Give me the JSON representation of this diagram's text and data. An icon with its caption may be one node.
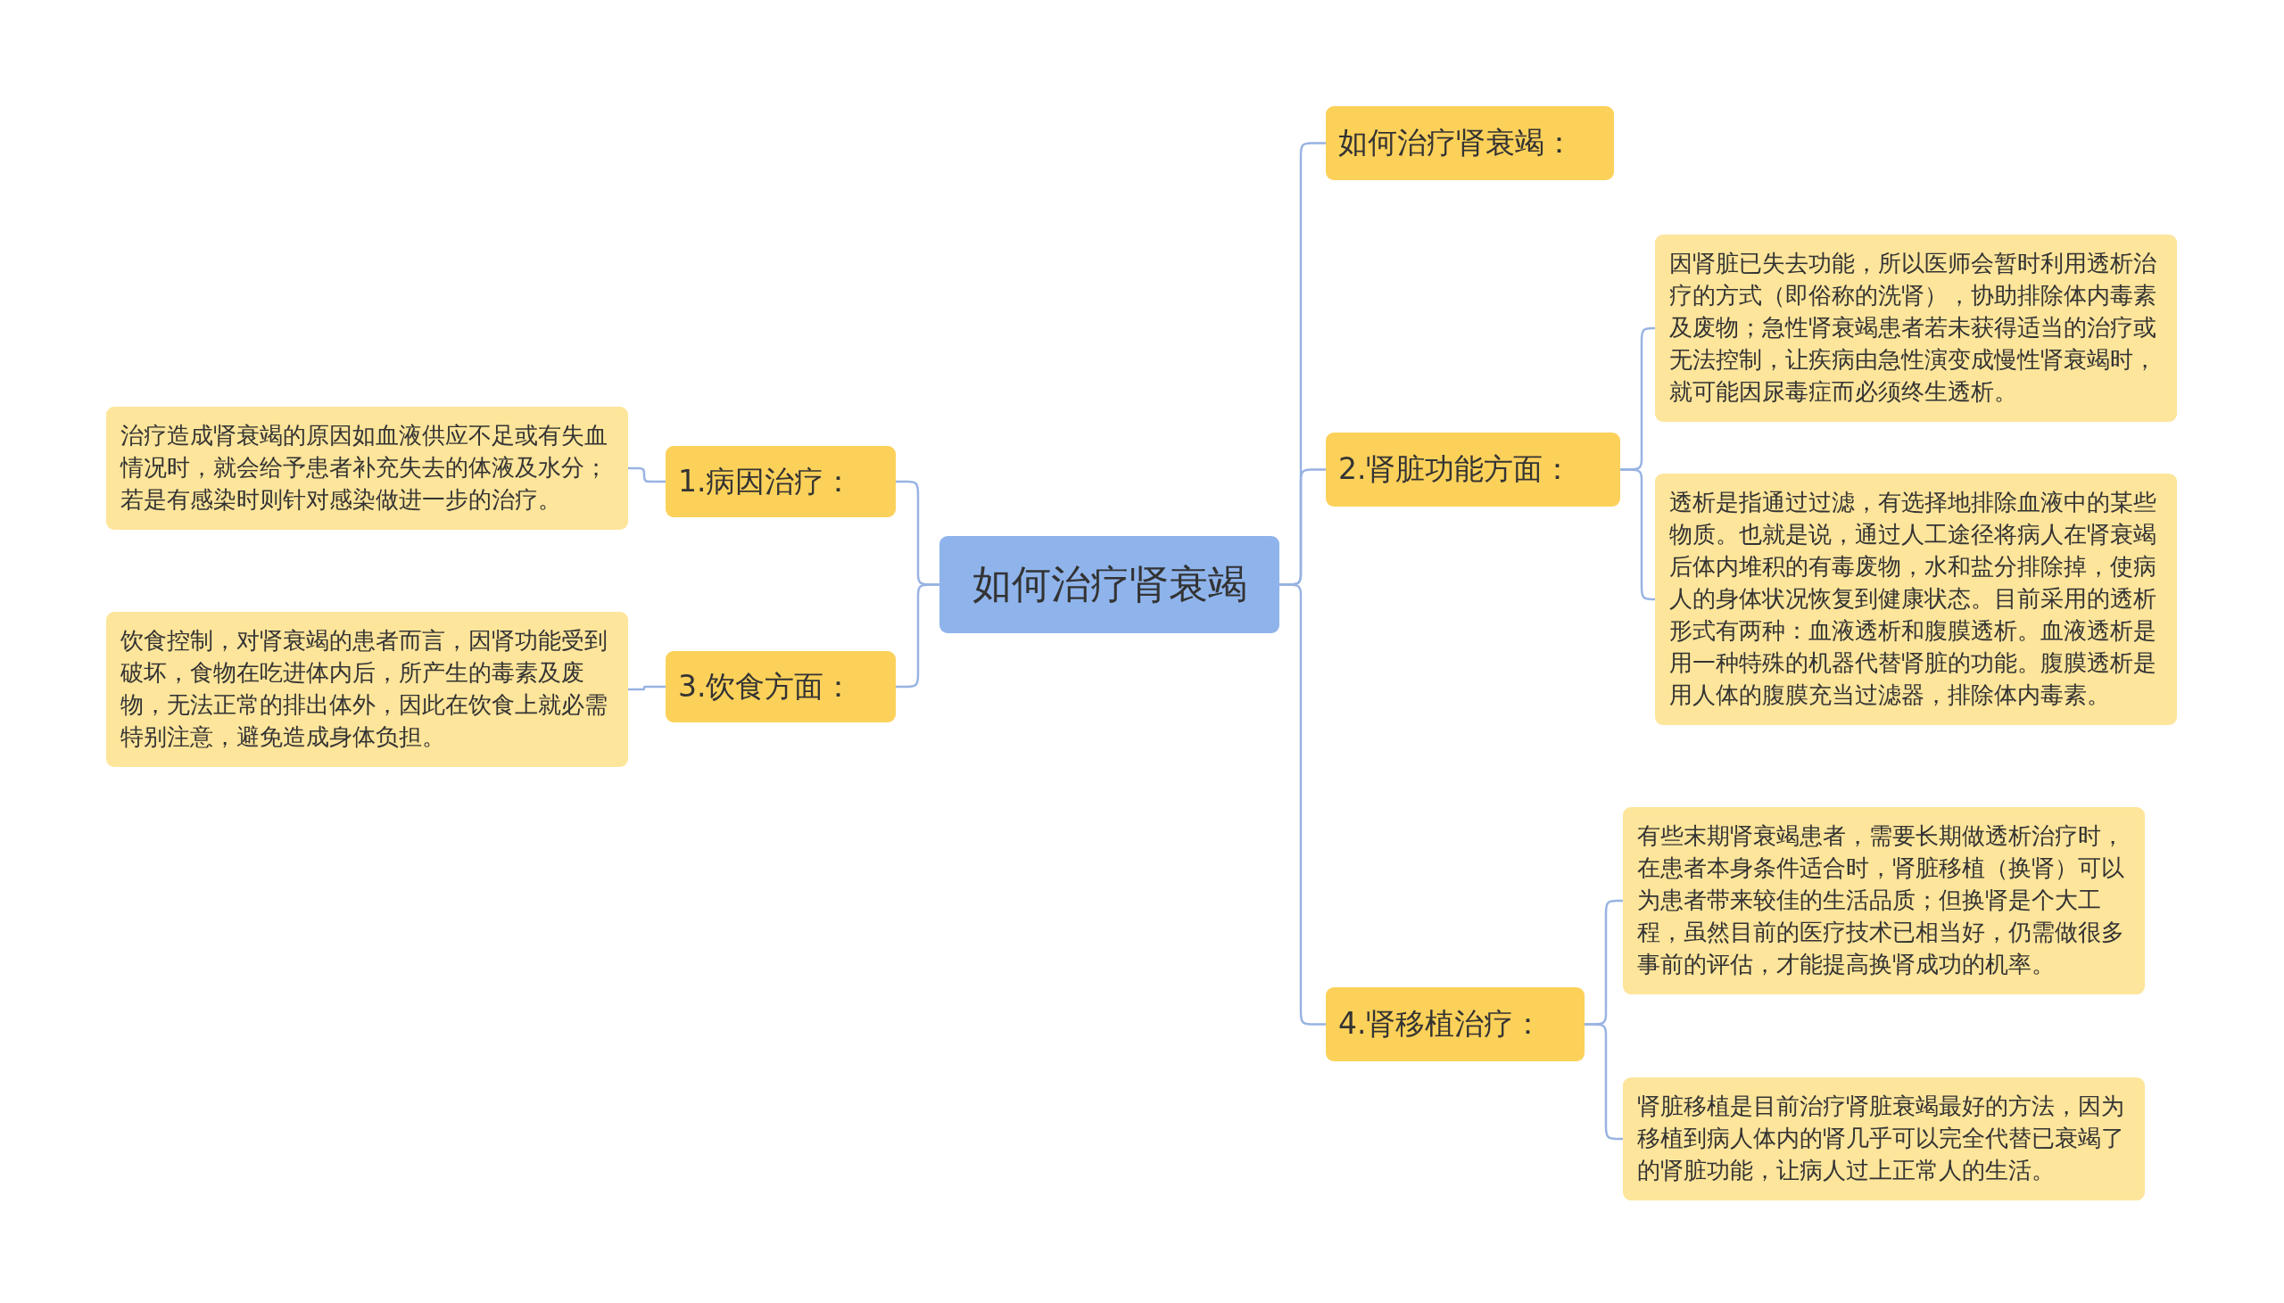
{
  "diagram": {
    "nodes": [
      {
        "text": [
          "如何治疗肾衰竭"
        ]
      },
      {
        "text": [
          "1.病因治疗："
        ]
      },
      {
        "text": [
          "治疗造成肾衰竭的原因如血液供应不足或有失血情况时，就会给予患者补充失去的体液及水分；若是有感染时则针对感染做进一步的治疗。"
        ]
      },
      {
        "text": [
          "3.饮食方面："
        ]
      },
      {
        "text": [
          "饮食控制，对肾衰竭的患者而言，因肾功能受到破坏，食物在吃进体内后，所产生的毒素及废物，无法正常的排出体外，因此在饮食上就必需特别注意，避免造成身体负担。"
        ]
      },
      {
        "text": [
          "如何治疗肾衰竭："
        ]
      },
      {
        "text": [
          "2.肾脏功能方面："
        ]
      },
      {
        "text": [
          "因肾脏已失去功能，所以医师会暂时利用透析治疗的方式（即俗称的洗肾），协助排除体内毒素及废物；急性肾衰竭患者若未获得适当的治疗或无法控制，让疾病由急性演变成慢性肾衰竭时，就可能因尿毒症而必须终生透析。"
        ]
      },
      {
        "text": [
          "透析是指通过过滤，有选择地排除血液中的某些物质。也就是说，通过人工途径将病人在肾衰竭后体内堆积的有毒废物，水和盐分排除掉，使病人的身体状况恢复到健康状态。目前采用的透析形式有两种：血液透析和腹膜透析。血液透析是用一种特殊的机器代替肾脏的功能。腹膜透析是用人体的腹膜充当过滤器，排除体内毒素。"
        ]
      },
      {
        "text": [
          "4.肾移植治疗："
        ]
      },
      {
        "text": [
          "有些末期肾衰竭患者，需要长期做透析治疗时，在患者本身条件适合时，肾脏移植（换肾）可以为患者带来较佳的生活品质；但换肾是个大工程，虽然目前的医疗技术已相当好，仍需做很多事前的评估，才能提高换肾成功的机率。"
        ]
      },
      {
        "text": [
          "肾脏移植是目前治疗肾脏衰竭最好的方法，因为移植到病人体内的肾几乎可以完全代替已衰竭了的肾脏功能，让病人过上正常人的生活。"
        ]
      }
    ],
    "edges": [
      {
        "from": 0,
        "to": 1,
        "arrow": "none"
      },
      {
        "from": 1,
        "to": 2,
        "arrow": "none"
      },
      {
        "from": 0,
        "to": 3,
        "arrow": "none"
      },
      {
        "from": 3,
        "to": 4,
        "arrow": "none"
      },
      {
        "from": 0,
        "to": 5,
        "arrow": "none"
      },
      {
        "from": 0,
        "to": 6,
        "arrow": "none"
      },
      {
        "from": 6,
        "to": 7,
        "arrow": "none"
      },
      {
        "from": 6,
        "to": 8,
        "arrow": "none"
      },
      {
        "from": 0,
        "to": 9,
        "arrow": "none"
      },
      {
        "from": 9,
        "to": 10,
        "arrow": "none"
      },
      {
        "from": 9,
        "to": 11,
        "arrow": "none"
      }
    ]
  }
}
